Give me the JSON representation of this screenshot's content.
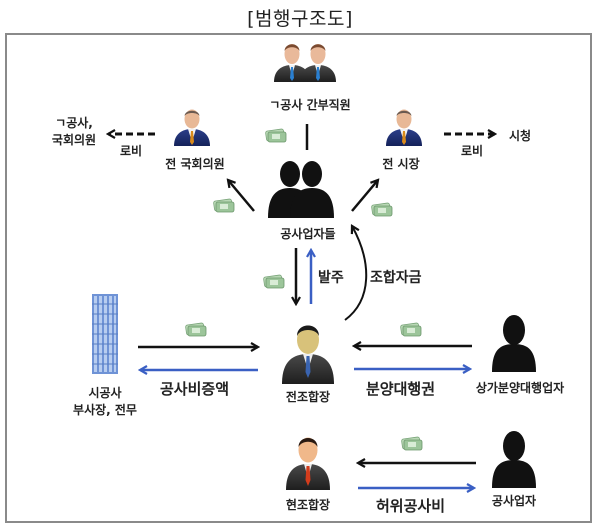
{
  "title": "[범행구조도]",
  "nodes": {
    "gongsa_executives": "ㄱ공사 간부직원",
    "former_lawmaker": "전 국회의원",
    "former_mayor": "전 시장",
    "lobby_target_left_line1": "ㄱ공사,",
    "lobby_target_left_line2": "국회의원",
    "lobby_target_right": "시청",
    "contractors": "공사업자들",
    "construction_company_line1": "시공사",
    "construction_company_line2": "부사장, 전무",
    "former_union_head": "전조합장",
    "sales_agency": "상가분양대행업자",
    "current_union_head": "현조합장",
    "contractor": "공사업자"
  },
  "edges": {
    "lobby_left": "로비",
    "lobby_right": "로비",
    "order": "발주",
    "union_funds": "조합자금",
    "cost_increase": "공사비증액",
    "sales_rights": "분양대행권",
    "fake_cost": "허위공사비"
  },
  "colors": {
    "black_arrow": "#111111",
    "blue_arrow": "#3a5fc4",
    "money": "#8fbf8f",
    "frame": "#8a8a8a"
  }
}
